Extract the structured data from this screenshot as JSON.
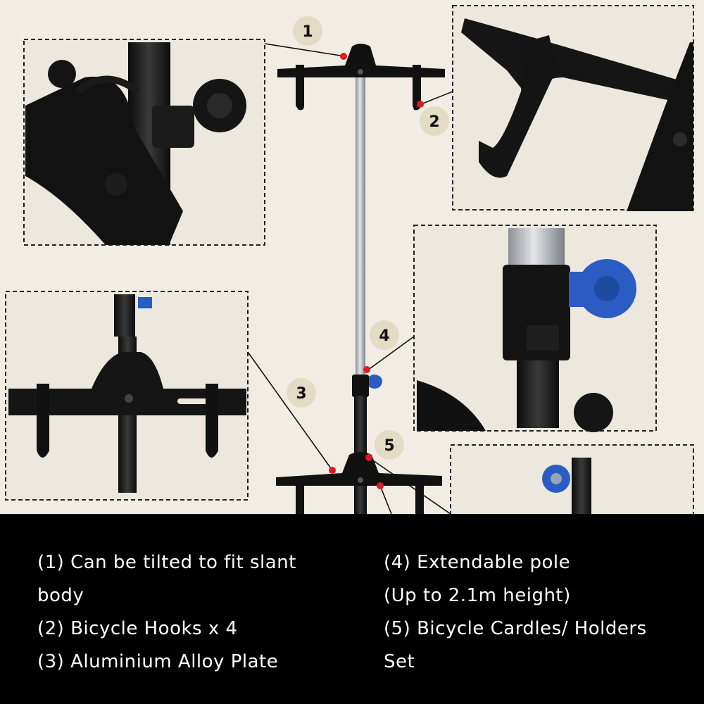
{
  "callouts": {
    "n1": "1",
    "n2": "2",
    "n3": "3",
    "n4": "4",
    "n5": "5"
  },
  "caption": {
    "left": [
      "(1)  Can be tilted to fit slant",
      "body",
      "(2) Bicycle Hooks x 4",
      "(3) Aluminium Alloy Plate"
    ],
    "right": [
      "(4) Extendable pole",
      "(Up to 2.1m height)",
      "(5) Bicycle Cardles/ Holders",
      "Set"
    ]
  },
  "colors": {
    "background": "#f1ede5",
    "marker": "#e01a22",
    "badge": "#e3dcc4",
    "caption_bg": "#000000",
    "knob": "#2a5cc4"
  },
  "icons": {
    "knob": "adjustment-knob-icon",
    "hook": "bicycle-hook-icon"
  }
}
